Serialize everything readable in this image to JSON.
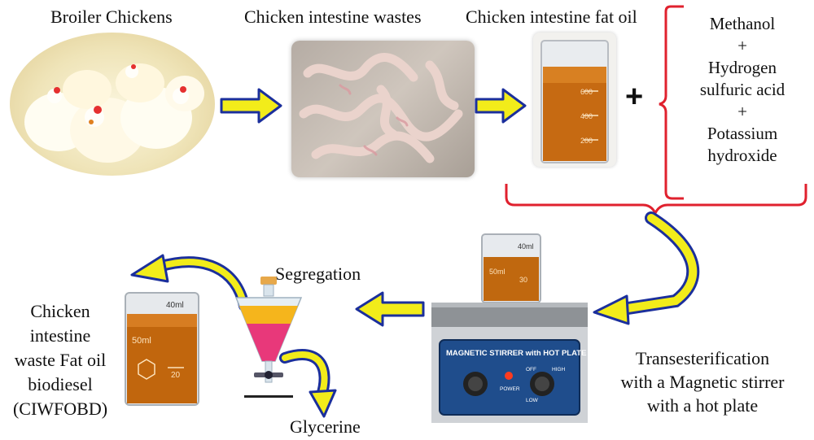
{
  "diagram": {
    "labels": {
      "broiler_chickens": "Broiler Chickens",
      "intestine_wastes": "Chicken intestine wastes",
      "fat_oil": "Chicken intestine fat oil",
      "plus": "+",
      "reagents": [
        "Methanol",
        "+",
        "Hydrogen",
        "sulfuric acid",
        "+",
        "Potassium",
        "hydroxide"
      ],
      "segregation": "Segregation",
      "glycerine": "Glycerine",
      "transesterification": [
        "Transesterification",
        "with a Magnetic stirrer",
        "with a hot plate"
      ],
      "biodiesel": [
        "Chicken",
        "intestine",
        "waste Fat oil",
        "biodiesel",
        "(CIWFOBD)"
      ]
    },
    "equipment_text": {
      "stirrer_panel": "MAGNETIC STIRRER with HOT PLATE",
      "beaker_top_ml": "40ml",
      "beaker_top_mark": "30",
      "beaker_small_ml": "50ml",
      "beaker_result_ml": "50ml",
      "beaker_result_top": "40ml",
      "beaker_result_mark": "20",
      "beaker_oil_marks": [
        "600",
        "400",
        "200"
      ],
      "knob_low": "LOW",
      "knob_high": "HIGH",
      "knob_off": "OFF",
      "power": "POWER"
    },
    "colors": {
      "arrow_fill": "#f2ec1a",
      "arrow_outline": "#1b2f9c",
      "brace": "#e0212e",
      "oil": "#c66a12"
    }
  }
}
